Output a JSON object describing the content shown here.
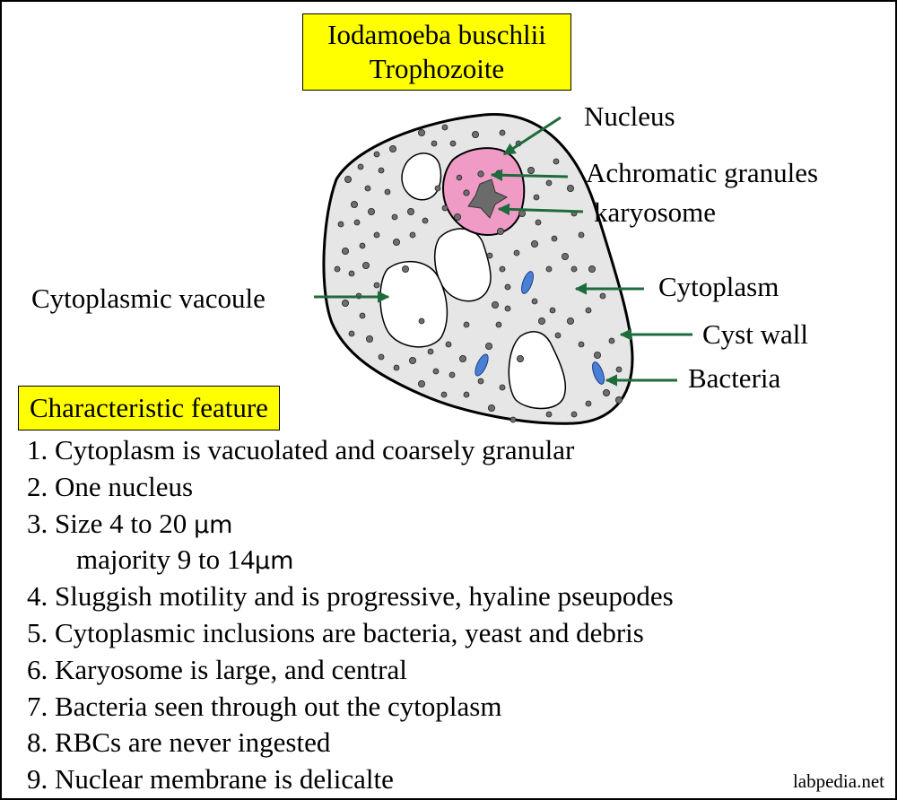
{
  "title": {
    "line1": "Iodamoeba buschlii",
    "line2": "Trophozoite"
  },
  "labels": {
    "nucleus": "Nucleus",
    "achromatic": "Achromatic granules",
    "karyosome": "karyosome",
    "cytoplasm": "Cytoplasm",
    "cyst_wall": "Cyst wall",
    "bacteria": "Bacteria",
    "vacuole": "Cytoplasmic vacoule"
  },
  "feature_heading": "Characteristic feature",
  "features": [
    {
      "text": "1. Cytoplasm is vacuolated and coarsely granular",
      "unit": ""
    },
    {
      "text": "2. One nucleus",
      "unit": ""
    },
    {
      "text": "3. Size 4 to 20 ",
      "unit": "µm"
    },
    {
      "text": "majority 9 to 14",
      "unit": "µm"
    },
    {
      "text": "4. Sluggish motility and is progressive, hyaline pseupodes",
      "unit": ""
    },
    {
      "text": "5. Cytoplasmic inclusions are bacteria, yeast and debris",
      "unit": ""
    },
    {
      "text": "6. Karyosome is large, and central",
      "unit": ""
    },
    {
      "text": "7. Bacteria seen through out the cytoplasm",
      "unit": ""
    },
    {
      "text": "8. RBCs are never ingested",
      "unit": ""
    },
    {
      "text": "9. Nuclear membrane is delicalte",
      "unit": ""
    }
  ],
  "credit": "labpedia.net",
  "colors": {
    "highlight": "#ffff00",
    "cytoplasm": "#e6e6e6",
    "nucleus": "#f09ac6",
    "karyosome": "#6b6b6b",
    "granule": "#6e6e6e",
    "bacteria": "#4a7fd6",
    "arrow": "#1e6b3c"
  }
}
